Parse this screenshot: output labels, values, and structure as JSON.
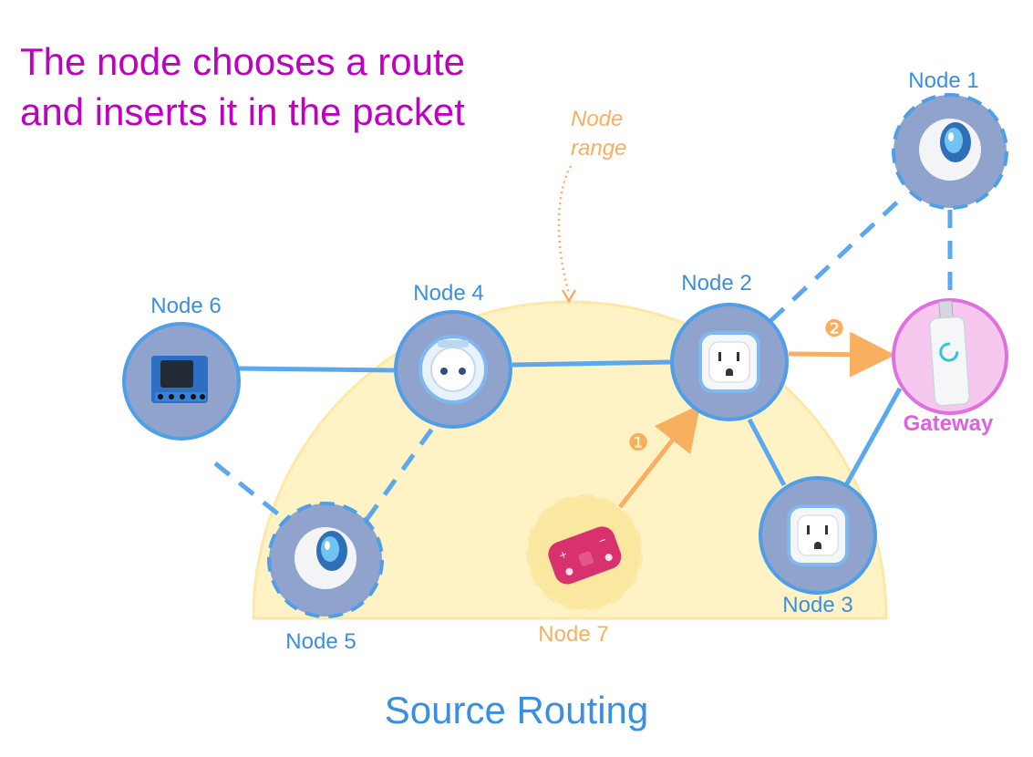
{
  "headline": "The node chooses a route and inserts it in the packet",
  "caption": "Source Routing",
  "range_label": [
    "Node",
    "range"
  ],
  "colors": {
    "blue": "#5aa8f0",
    "node_fill": "#8fa3cc",
    "node_border": "#4f9ee8",
    "orange": "#f8b060",
    "range_fill": "#fff2c4",
    "gateway": "#e070e0",
    "headline": "#c000c0"
  },
  "nodes": {
    "node1": {
      "label": "Node 1",
      "device": "motion-sensor-icon"
    },
    "node2": {
      "label": "Node 2",
      "device": "wall-outlet-icon"
    },
    "node3": {
      "label": "Node 3",
      "device": "wall-outlet-icon"
    },
    "node4": {
      "label": "Node 4",
      "device": "smart-plug-icon"
    },
    "node5": {
      "label": "Node 5",
      "device": "motion-sensor-icon"
    },
    "node6": {
      "label": "Node 6",
      "device": "relay-module-icon"
    },
    "node7": {
      "label": "Node 7",
      "device": "remote-control-icon"
    },
    "gateway": {
      "label": "Gateway",
      "device": "usb-stick-icon"
    }
  },
  "steps": [
    "❶",
    "❷"
  ]
}
